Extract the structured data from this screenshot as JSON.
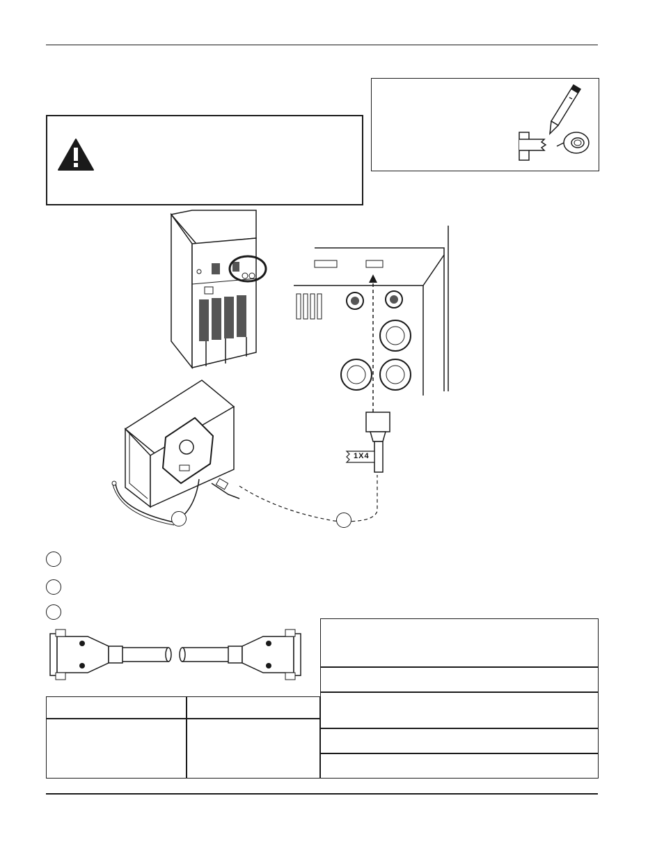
{
  "page": {
    "header_rule": "",
    "footer_rule": ""
  },
  "warning_box": {
    "icon": "warning-triangle-icon",
    "text": ""
  },
  "tip_box": {
    "icons": [
      "pen-icon",
      "tape-roll-icon",
      "cable-label-icon"
    ],
    "text": ""
  },
  "diagram": {
    "cable_label": "1X4",
    "callouts": [
      "callout-a",
      "callout-b",
      "callout-c"
    ]
  },
  "legend": {
    "items": [
      {
        "marker": "",
        "text": ""
      },
      {
        "marker": "",
        "text": ""
      },
      {
        "marker": "",
        "text": ""
      }
    ]
  },
  "parts_table": {
    "headers": [
      "",
      ""
    ],
    "rows": [
      [
        "",
        ""
      ]
    ]
  },
  "spec_table": {
    "rows": [
      "",
      "",
      "",
      ""
    ]
  }
}
